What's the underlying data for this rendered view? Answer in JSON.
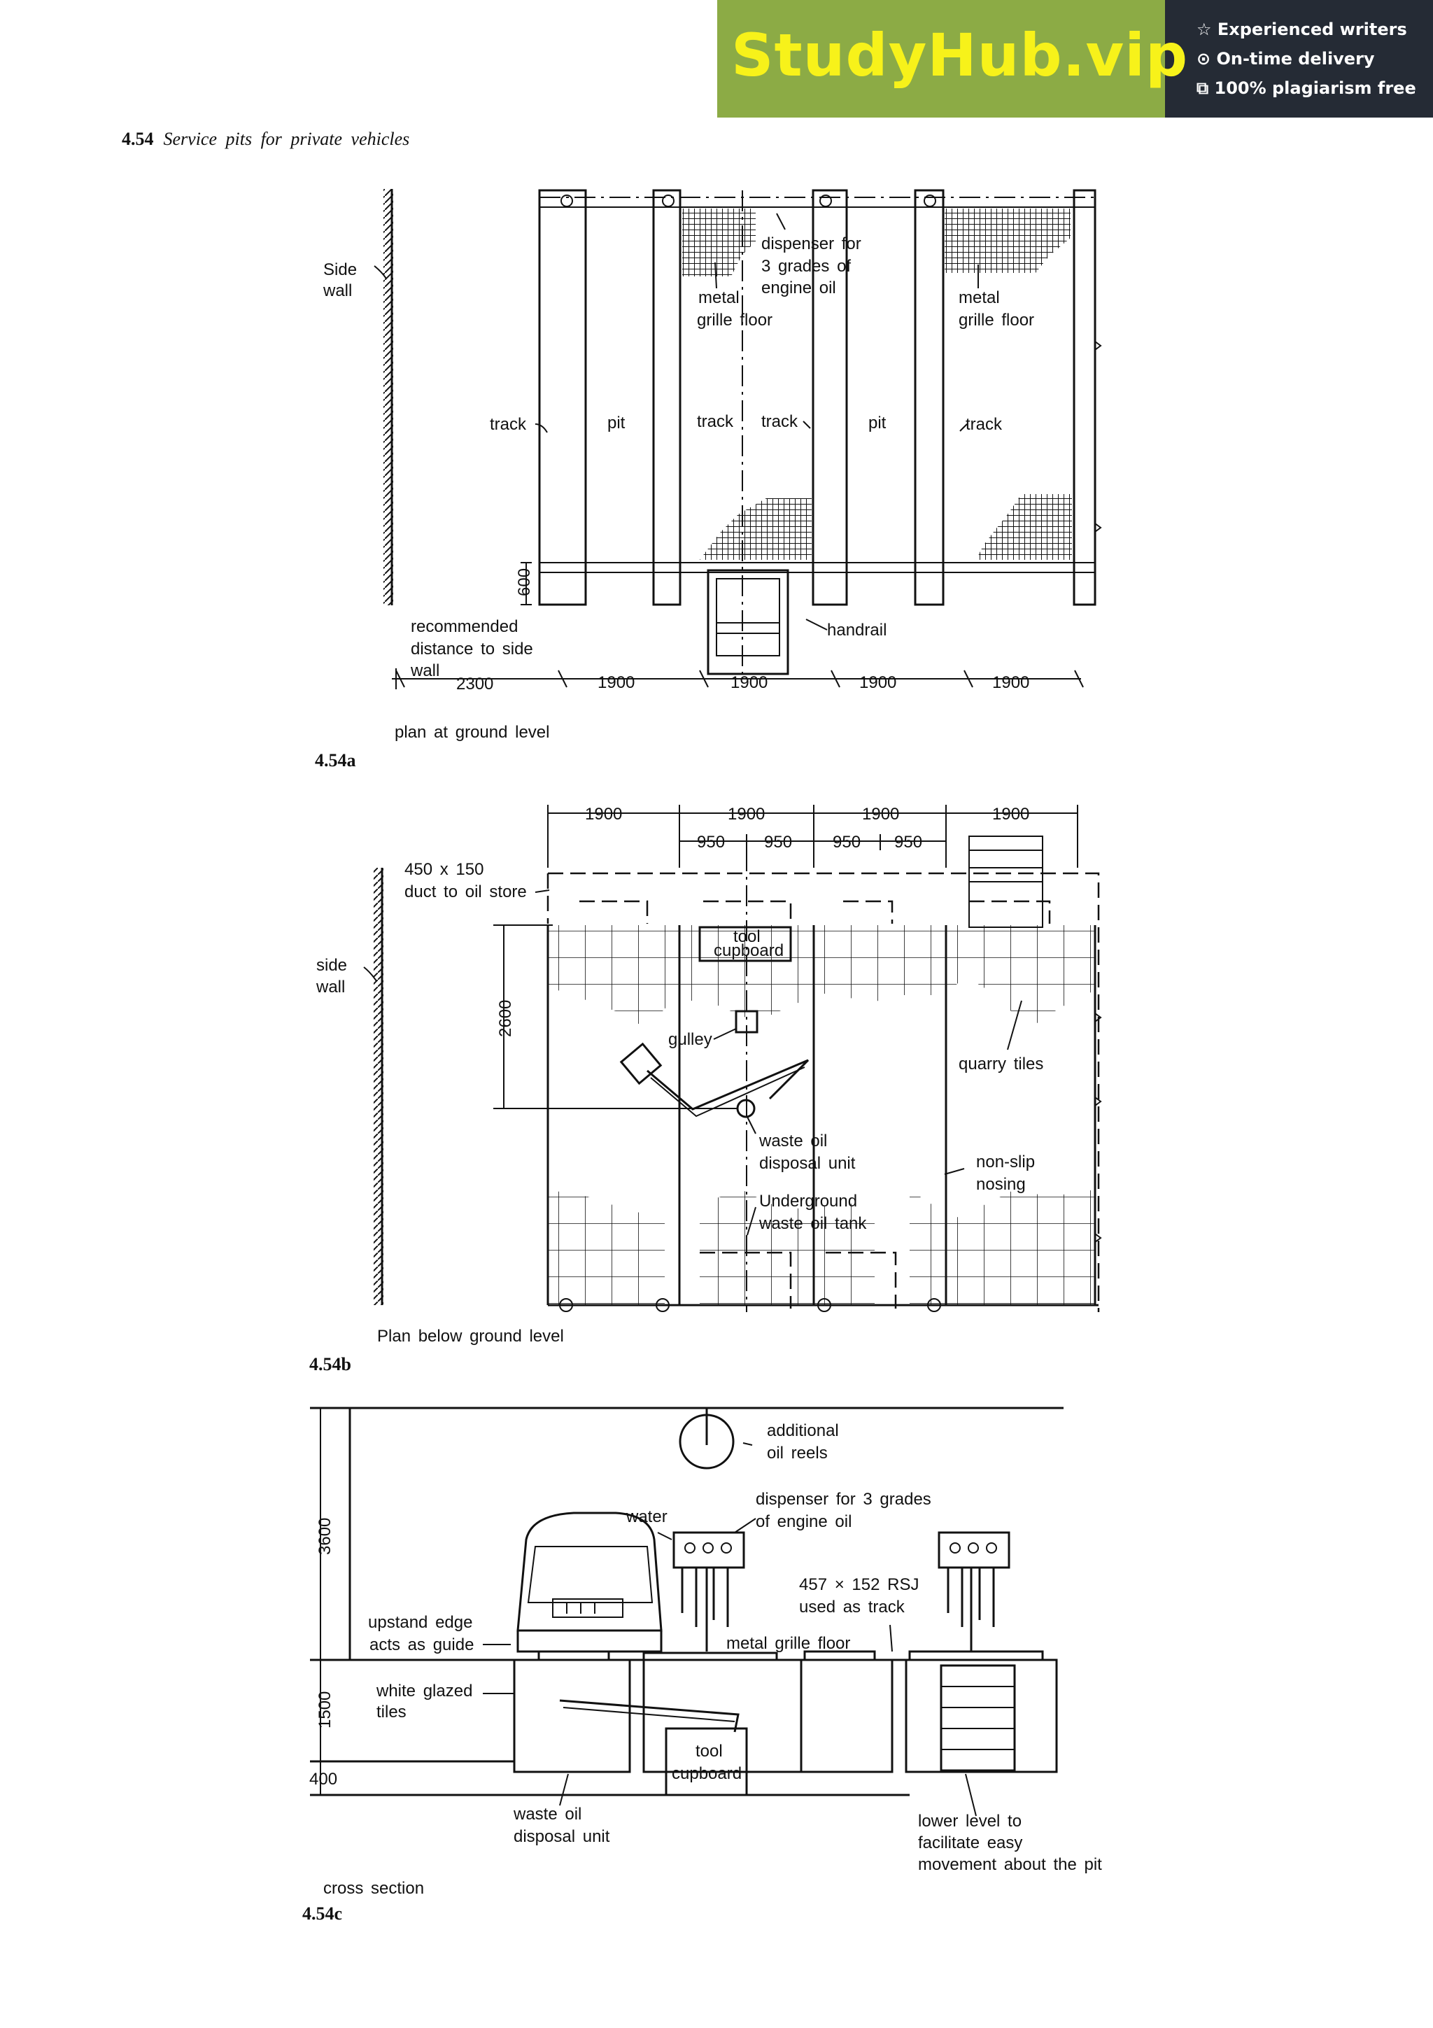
{
  "banner": {
    "brand": "StudyHub.vip",
    "features": [
      "☆ Experienced writers",
      "⊙ On-time delivery",
      "⧉ 100% plagiarism free"
    ],
    "colors": {
      "left_bg": "#8cab45",
      "right_bg": "#252b35",
      "brand_text": "#f7f21a"
    }
  },
  "heading": {
    "number": "4.54",
    "title": "Service pits for private vehicles"
  },
  "fig_a": {
    "label": "4.54a",
    "caption": "plan at ground level",
    "labels": {
      "side_wall": [
        "Side",
        "wall"
      ],
      "dispenser": [
        "dispenser for",
        "3 grades of",
        "engine oil"
      ],
      "grille1": [
        "metal",
        "grille floor"
      ],
      "grille2": [
        "metal",
        "grille floor"
      ],
      "track1": "track",
      "pit1": "pit",
      "track2": "track",
      "track3": "track",
      "pit2": "pit",
      "track4": "track",
      "dim600": "600",
      "recommended": [
        "recommended",
        "distance to side",
        "wall"
      ],
      "handrail": "handrail"
    },
    "dims": [
      "2300",
      "1900",
      "1900",
      "1900",
      "1900"
    ]
  },
  "fig_b": {
    "label": "4.54b",
    "caption": "Plan below ground level",
    "top_dims": [
      "1900",
      "1900",
      "1900",
      "1900"
    ],
    "sub_dims": [
      "950",
      "950",
      "950",
      "950"
    ],
    "labels": {
      "duct": [
        "450 x 150",
        "duct to oil store"
      ],
      "side_wall": [
        "side",
        "wall"
      ],
      "tool": [
        "tool",
        "cupboard"
      ],
      "dim2600": "2600",
      "gulley": "gulley",
      "quarry": "quarry tiles",
      "waste": [
        "waste oil",
        "disposal unit"
      ],
      "nonslip": [
        "non-slip",
        "nosing"
      ],
      "tank": [
        "Underground",
        "waste oil tank"
      ]
    }
  },
  "fig_c": {
    "label": "4.54c",
    "caption": "cross section",
    "labels": {
      "reels": [
        "additional",
        "oil reels"
      ],
      "dispenser": [
        "dispenser for 3 grades",
        "of engine oil"
      ],
      "water": "water",
      "rsj": [
        "457 × 152 RSJ",
        "used as track"
      ],
      "upstand": [
        "upstand edge",
        "acts as guide"
      ],
      "grille": "metal grille floor",
      "tiles": [
        "white glazed",
        "tiles"
      ],
      "tool": [
        "tool",
        "cupboard"
      ],
      "dim3600": "3600",
      "dim1500": "1500",
      "dim400": "400",
      "waste": [
        "waste oil",
        "disposal unit"
      ],
      "lower": [
        "lower level to",
        "facilitate easy",
        "movement about the pit"
      ]
    }
  }
}
